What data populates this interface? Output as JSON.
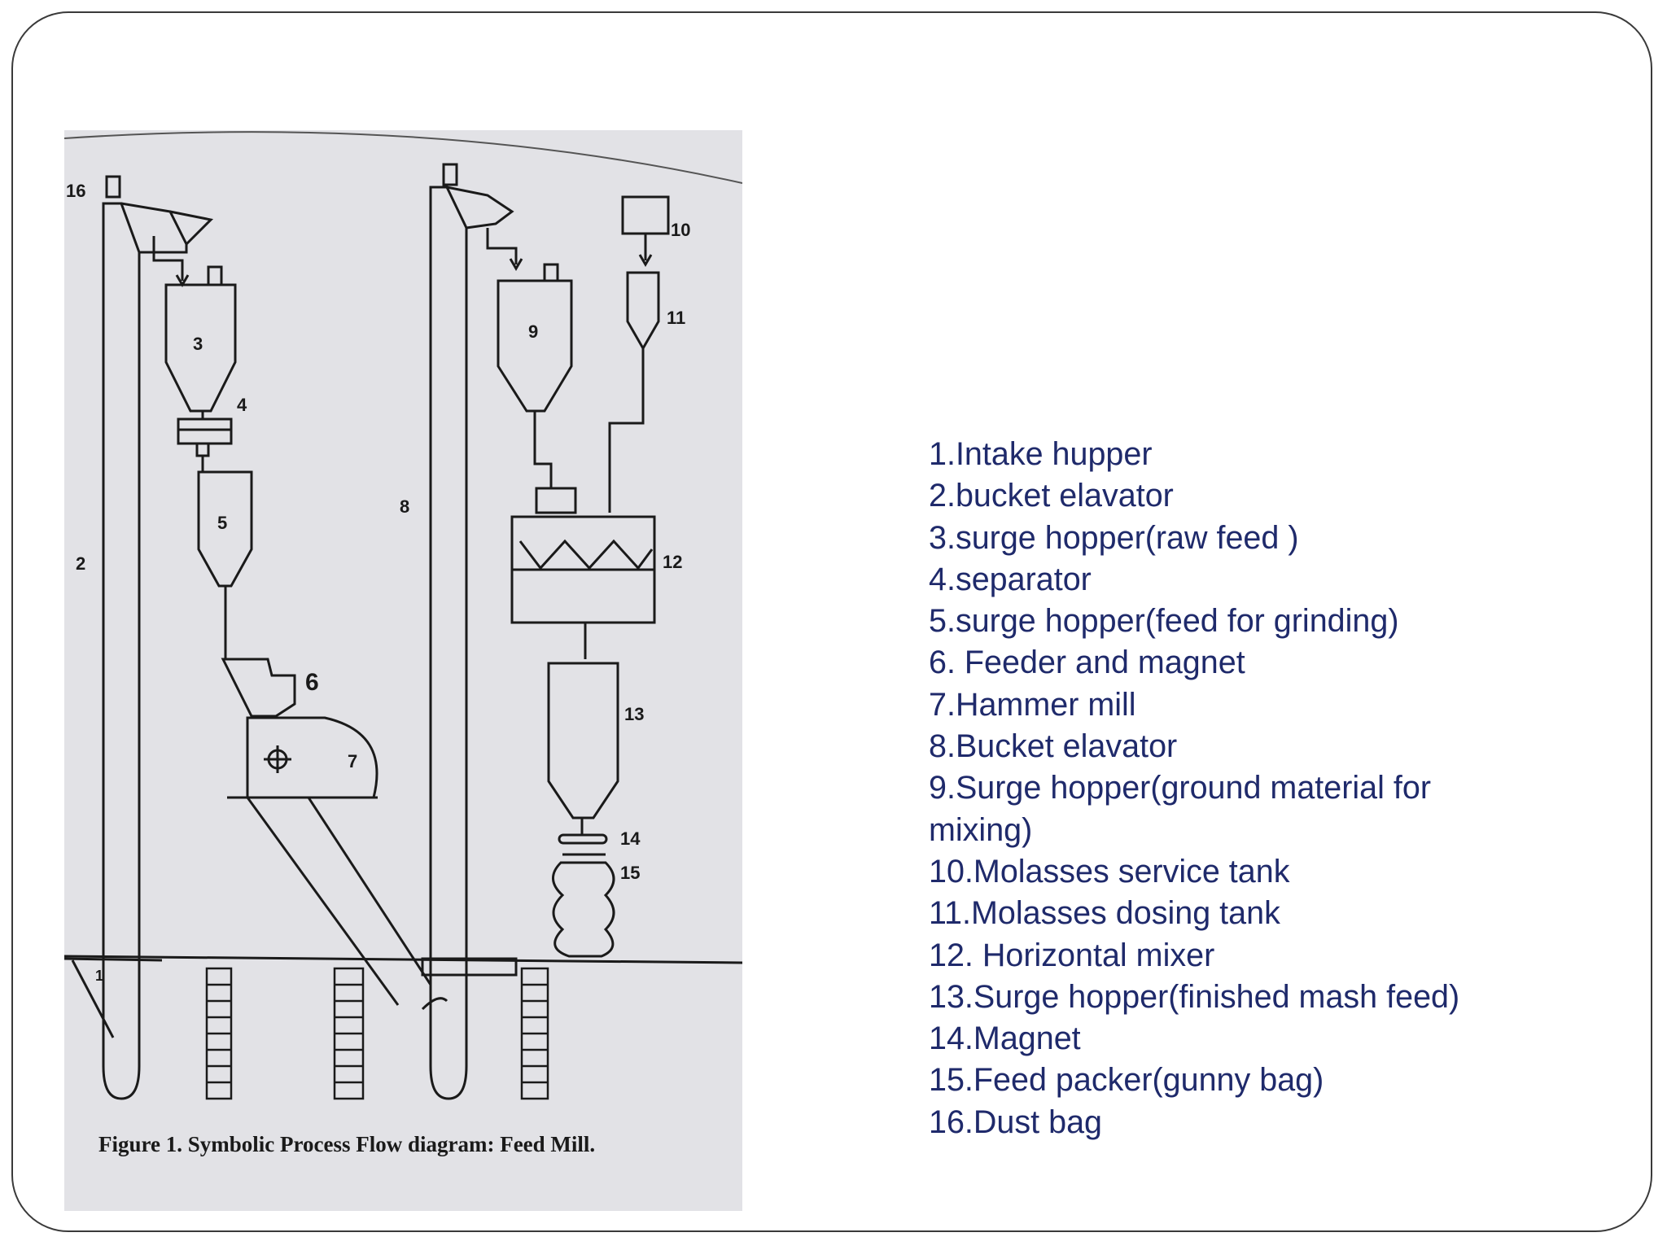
{
  "diagram": {
    "caption": "Figure 1. Symbolic Process Flow diagram: Feed Mill.",
    "callouts": [
      "16",
      "3",
      "4",
      "5",
      "2",
      "6",
      "7",
      "8",
      "9",
      "10",
      "11",
      "12",
      "13",
      "14",
      "15",
      "1"
    ]
  },
  "legend": {
    "items": [
      "1.Intake hupper",
      "2.bucket elavator",
      "3.surge hopper(raw feed )",
      "4.separator",
      "5.surge hopper(feed for grinding)",
      "6. Feeder and magnet",
      "7.Hammer mill",
      "8.Bucket elavator",
      "9.Surge hopper(ground material for mixing)",
      "10.Molasses service tank",
      "11.Molasses dosing tank",
      "12. Horizontal mixer",
      "13.Surge hopper(finished mash feed)",
      "14.Magnet",
      "15.Feed packer(gunny bag)",
      "16.Dust bag"
    ]
  },
  "colors": {
    "legend_text": "#1f2a6b",
    "line": "#1a1a1a",
    "paper": "#e2e2e6"
  }
}
